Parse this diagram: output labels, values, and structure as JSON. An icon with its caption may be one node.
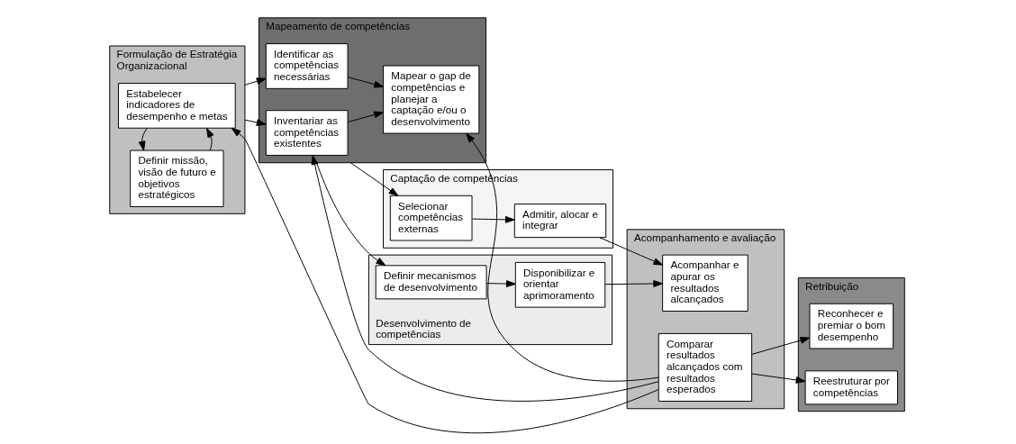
{
  "diagram": {
    "nodes": [
      {
        "text": [
          "Formulação de Estratégia Organizacional"
        ]
      },
      {
        "text": [
          "Definir missão, visão de futuro e objetivos estratégicos"
        ],
        "in": 0
      },
      {
        "text": [
          "Estabelecer indicadores de desempenho e metas"
        ],
        "in": 0
      },
      {
        "text": [
          "Mapeamento de competências"
        ]
      },
      {
        "text": [
          "Identificar as competências necessárias"
        ],
        "in": 3
      },
      {
        "text": [
          "Inventariar as competências existentes"
        ],
        "in": 3
      },
      {
        "text": [
          "Mapear o gap de competências e planejar a captação e/ou o desenvolvimento"
        ],
        "in": 3
      },
      {
        "text": [
          "Captação de competências"
        ]
      },
      {
        "text": [
          "Selecionar competências externas"
        ],
        "in": 7
      },
      {
        "text": [
          "Admitir, alocar e integrar"
        ],
        "in": 7
      },
      {
        "text": [
          "Desenvolvimento de competências"
        ]
      },
      {
        "text": [
          "Definir mecanismos de desenvolvimento"
        ],
        "in": 10
      },
      {
        "text": [
          "Disponibilizar e orientar aprimoramento"
        ],
        "in": 10
      },
      {
        "text": [
          "Acompanhamento e avaliação"
        ]
      },
      {
        "text": [
          "Acompanhar e apurar os resultados alcançados"
        ],
        "in": 13
      },
      {
        "text": [
          "Comparar resultados alcançados com resultados esperados"
        ],
        "in": 13
      },
      {
        "text": [
          "Retribuição"
        ]
      },
      {
        "text": [
          "Reconhecer e premiar o bom desempenho"
        ],
        "in": 16
      },
      {
        "text": [
          "Reestruturar por competências"
        ],
        "in": 16
      }
    ],
    "edges": [
      {
        "from": 1,
        "to": 2,
        "arrow": "to"
      },
      {
        "from": 2,
        "to": 1,
        "arrow": "to"
      },
      {
        "from": 0,
        "to": 4,
        "arrow": "to"
      },
      {
        "from": 0,
        "to": 5,
        "arrow": "to"
      },
      {
        "from": 4,
        "to": 6,
        "arrow": "to"
      },
      {
        "from": 5,
        "to": 6,
        "arrow": "to"
      },
      {
        "from": 3,
        "to": 8,
        "arrow": "to"
      },
      {
        "from": 3,
        "to": 11,
        "arrow": "to"
      },
      {
        "from": 8,
        "to": 9,
        "arrow": "to"
      },
      {
        "from": 11,
        "to": 12,
        "arrow": "to"
      },
      {
        "from": 9,
        "to": 14,
        "arrow": "to"
      },
      {
        "from": 12,
        "to": 14,
        "arrow": "to"
      },
      {
        "from": 15,
        "to": 17,
        "arrow": "to"
      },
      {
        "from": 15,
        "to": 18,
        "arrow": "to"
      },
      {
        "from": 15,
        "to": 2,
        "arrow": "to"
      },
      {
        "from": 15,
        "to": 5,
        "arrow": "to"
      },
      {
        "from": 15,
        "to": 6,
        "arrow": "to"
      }
    ]
  }
}
